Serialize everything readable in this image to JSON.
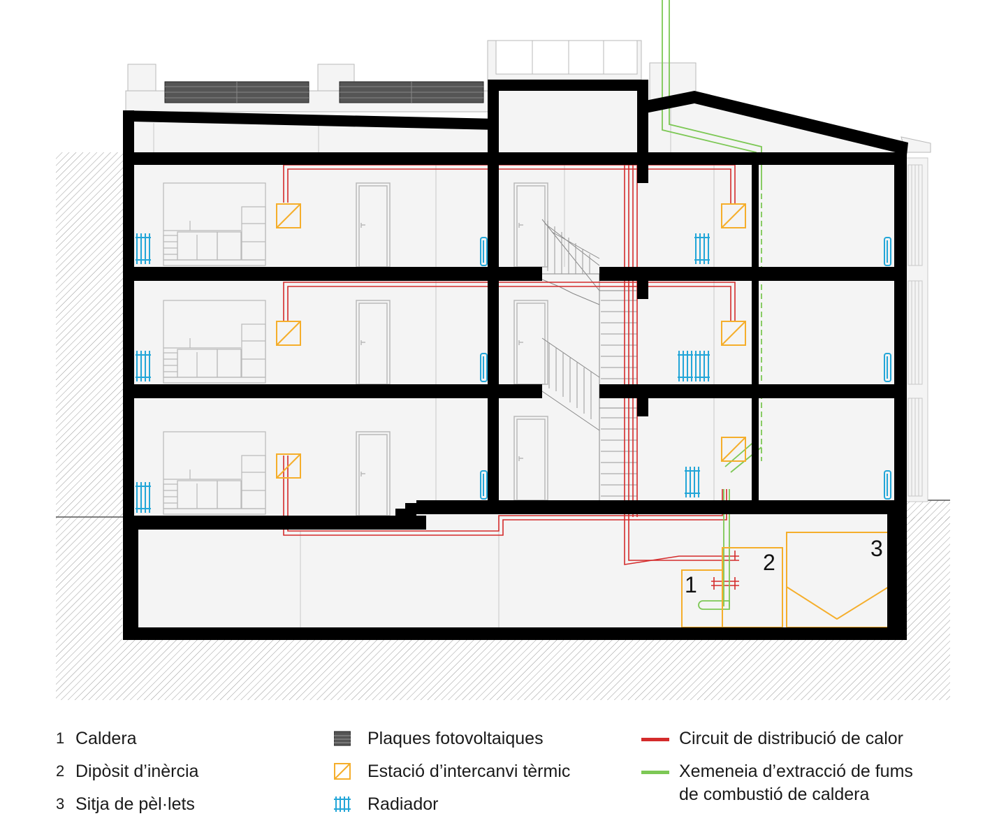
{
  "colors": {
    "wall": "#000000",
    "interior": "#f4f4f4",
    "line": "#b9b9b9",
    "heat_circuit": "#d42b2b",
    "chimney": "#7dc855",
    "exchange_station": "#f5ae2b",
    "radiator": "#23a6d8",
    "solar_panel": "#555555",
    "hatch": "#9a9a9a"
  },
  "diagram_labels": {
    "boiler": "1",
    "buffer_tank": "2",
    "pellet_silo": "3"
  },
  "legend": {
    "numbered": [
      {
        "num": "1",
        "label": "Caldera"
      },
      {
        "num": "2",
        "label": "Dipòsit d’inèrcia"
      },
      {
        "num": "3",
        "label": "Sitja de pèl·lets"
      }
    ],
    "symbols": [
      {
        "icon": "solar-panel-icon",
        "label": "Plaques fotovoltaiques"
      },
      {
        "icon": "exchange-station-icon",
        "label": "Estació d’intercanvi tèrmic"
      },
      {
        "icon": "radiator-icon",
        "label": "Radiador"
      }
    ],
    "lines": [
      {
        "icon": "red-line-icon",
        "label": "Circuit de distribució de calor"
      },
      {
        "icon": "green-line-icon",
        "label_line1": "Xemeneia d’extracció de fums",
        "label_line2": "de combustió de caldera"
      }
    ]
  }
}
